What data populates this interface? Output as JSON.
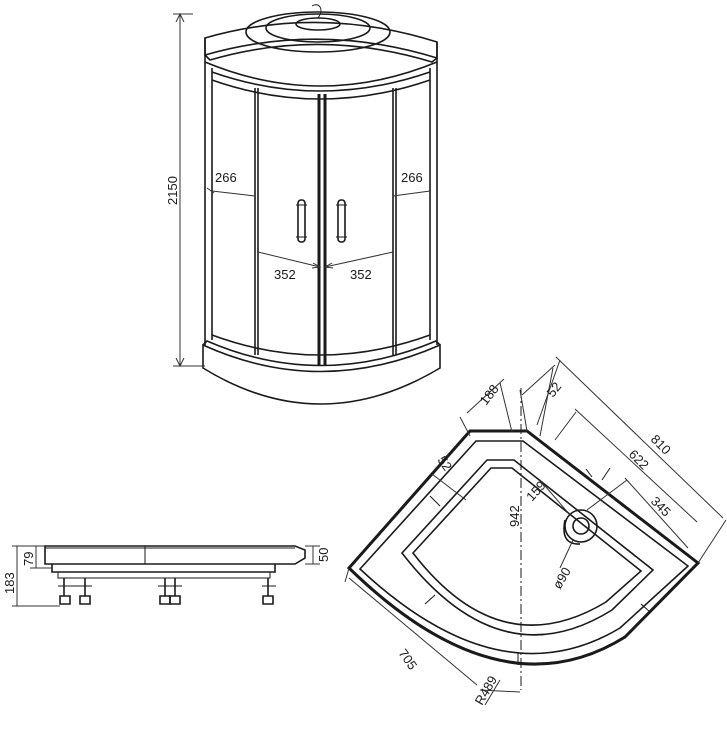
{
  "dimensions": {
    "cabin_height": "2150",
    "side_panel_left": "266",
    "side_panel_right": "266",
    "door_left": "352",
    "door_right": "352",
    "tray_offset": "188",
    "rim_top": "52",
    "rim_left": "52",
    "diagonal": "810",
    "inner_diagonal": "622",
    "drain_offset": "159",
    "drain_edge": "345",
    "depth": "942",
    "drain_diameter": "ø90",
    "tray_side": "705",
    "radius": "R489",
    "total_height": "183",
    "tray_height": "79",
    "rim_height": "50"
  },
  "colors": {
    "line": "#1a1a1a",
    "background": "#ffffff"
  }
}
